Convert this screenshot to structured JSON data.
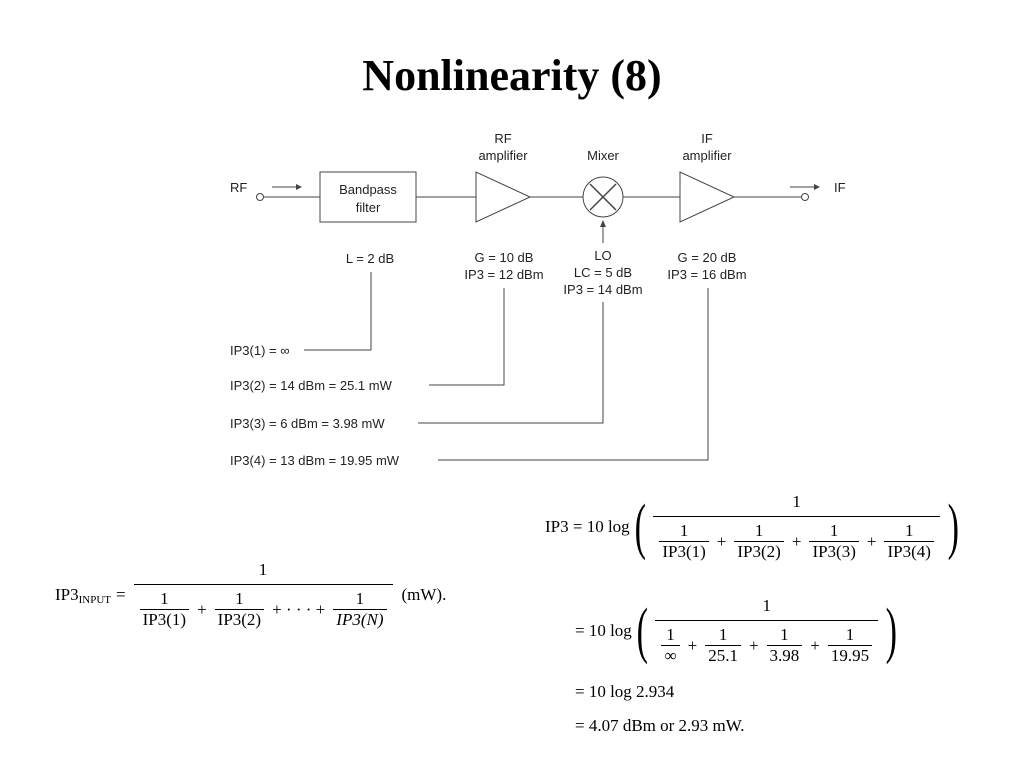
{
  "page": {
    "title": "Nonlinearity (8)"
  },
  "diagram": {
    "input_label": "RF",
    "output_label": "IF",
    "filter_label_1": "Bandpass",
    "filter_label_2": "filter",
    "rf_amp_title_1": "RF",
    "rf_amp_title_2": "amplifier",
    "mixer_title": "Mixer",
    "if_amp_title_1": "IF",
    "if_amp_title_2": "amplifier",
    "filter_spec": "L = 2 dB",
    "rf_amp_gain": "G = 10 dB",
    "rf_amp_ip3": "IP3 = 12 dBm",
    "lo_label": "LO",
    "mixer_loss": "LC = 5 dB",
    "mixer_ip3": "IP3 = 14 dBm",
    "if_amp_gain": "G = 20 dB",
    "if_amp_ip3": "IP3 = 16 dBm",
    "ip3_1": "IP3(1) = ∞",
    "ip3_2": "IP3(2) = 14 dBm = 25.1 mW",
    "ip3_3": "IP3(3) = 6 dBm = 3.98 mW",
    "ip3_4": "IP3(4) = 13 dBm = 19.95 mW"
  },
  "formula_general": {
    "lhs": "IP3",
    "lhs_sub": "INPUT",
    "numerator": "1",
    "den_terms": [
      "IP3(1)",
      "IP3(2)",
      "IP3(N)"
    ],
    "ellipsis": "+ · · · +",
    "unit": "(mW)."
  },
  "formula_calc": {
    "lhs": "IP3 = 10 log",
    "eq_prefix": "= 10 log",
    "line1_terms": [
      "IP3(1)",
      "IP3(2)",
      "IP3(3)",
      "IP3(4)"
    ],
    "line2_terms": [
      "∞",
      "25.1",
      "3.98",
      "19.95"
    ],
    "line3": "= 10 log 2.934",
    "line4": "= 4.07 dBm or 2.93 mW."
  }
}
